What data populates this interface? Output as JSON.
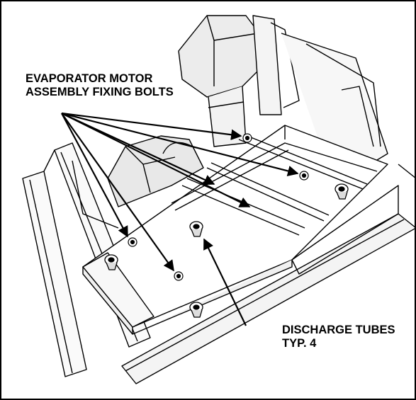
{
  "labels": {
    "bolts": {
      "line1": "EVAPORATOR MOTOR",
      "line2": "ASSEMBLY FIXING BOLTS"
    },
    "tubes": {
      "line1": "DISCHARGE TUBES",
      "line2": "TYP. 4"
    }
  },
  "colors": {
    "line": "#000000",
    "fill": "#ffffff",
    "shade": "#e6e6e6"
  }
}
